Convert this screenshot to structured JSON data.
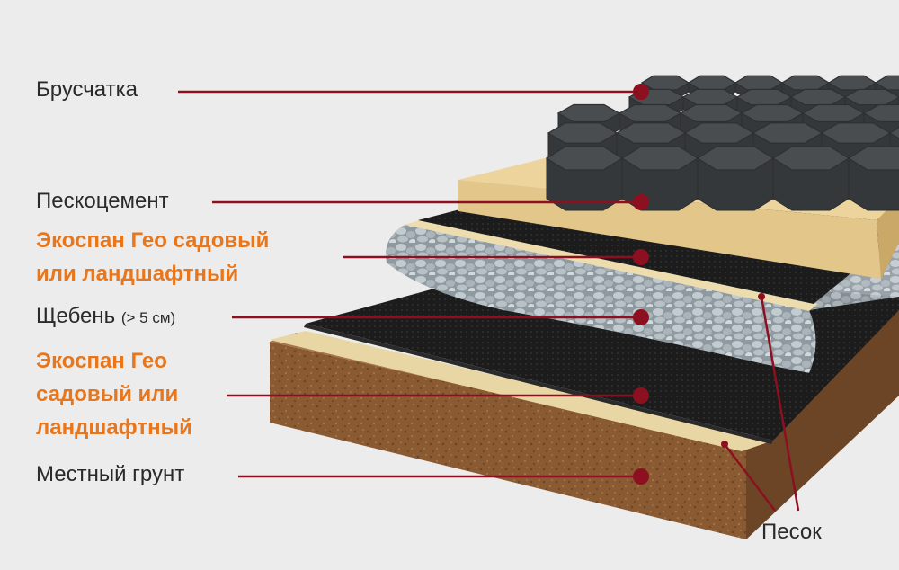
{
  "labels": {
    "paving": "Брусчатка",
    "sand_cement": "Пескоцемент",
    "geo_top": [
      "Экоспан Гео садовый",
      "или ландшафтный"
    ],
    "gravel": "Щебень",
    "gravel_note": "(> 5 см)",
    "geo_bottom": [
      "Экоспан Гео",
      "садовый или",
      "ландшафтный"
    ],
    "ground": "Местный грунт",
    "sand": "Песок"
  },
  "colors": {
    "background": "#ececec",
    "leader": "#8c1020",
    "accent_text": "#e8761c",
    "body_text": "#2a2a2a",
    "sand_layer": "#e3c68a",
    "geotextile": "#1c1c1c",
    "soil": "#8a5a32",
    "paver": "#3f4245"
  }
}
